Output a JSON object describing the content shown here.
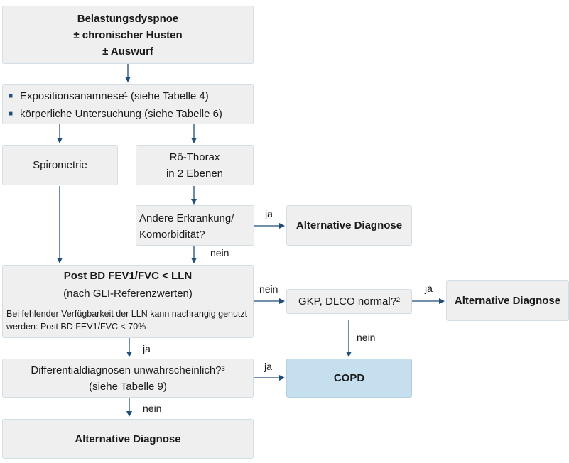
{
  "nodes": {
    "symptoms": [
      "Belastungsdyspnoe",
      "± chronischer Husten",
      "± Auswurf"
    ],
    "history": {
      "items": [
        "Expositionsanamnese¹ (siehe Tabelle 4)",
        "körperliche Untersuchung (siehe Tabelle 6)"
      ]
    },
    "spirometry": "Spirometrie",
    "xray": [
      "Rö-Thorax",
      "in 2 Ebenen"
    ],
    "other_disease": [
      "Andere Erkrankung/",
      "Komorbidität?"
    ],
    "alt_dx_1": "Alternative Diagnose",
    "fev1": {
      "title": "Post BD FEV1/FVC < LLN",
      "subtitle": "(nach GLI-Referenzwerten)",
      "note": "Bei fehlender Verfügbarkeit der LLN kann nachrangig genutzt werden: Post BD FEV1/FVC < 70%"
    },
    "gkp": "GKP, DLCO normal?²",
    "alt_dx_2": "Alternative Diagnose",
    "differential": [
      "Differentialdiagnosen unwahrscheinlich?³",
      "(siehe Tabelle 9)"
    ],
    "copd": "COPD",
    "alt_dx_3": "Alternative Diagnose"
  },
  "edge_labels": {
    "other_yes": "ja",
    "other_no": "nein",
    "fev1_no": "nein",
    "gkp_yes": "ja",
    "gkp_no": "nein",
    "fev1_yes": "ja",
    "diff_yes": "ja",
    "diff_no": "nein"
  },
  "colors": {
    "box_fill": "#efefef",
    "box_border": "#d3dde4",
    "arrow": "#1f4e79",
    "copd_fill": "#c5dfee"
  }
}
